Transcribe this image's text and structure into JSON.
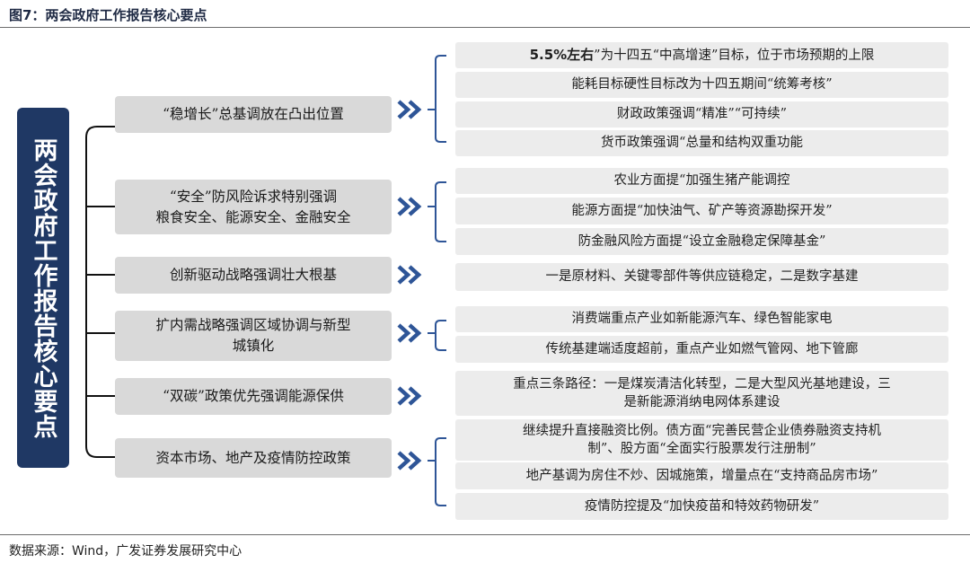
{
  "figure": {
    "title": "图7：两会政府工作报告核心要点",
    "source": "数据来源：Wind，广发证券发展研究中心"
  },
  "core": {
    "label": "两会政府工作报告核心要点"
  },
  "categories": [
    {
      "line1": "“稳增长”总基调放在凸出位置",
      "line2": ""
    },
    {
      "line1": "“安全”防风险诉求特别强调",
      "line2": "粮食安全、能源安全、金融安全"
    },
    {
      "line1": "创新驱动战略强调壮大根基",
      "line2": ""
    },
    {
      "line1": "扩内需战略强调区域协调与新型",
      "line2": "城镇化"
    },
    {
      "line1": "“双碳”政策优先强调能源保供",
      "line2": ""
    },
    {
      "line1": "资本市场、地产及疫情防控政策",
      "line2": ""
    }
  ],
  "details": [
    {
      "lead": "5.5%左右",
      "text": "”为十四五“中高增速”目标，位于市场预期的上限"
    },
    {
      "text": "能耗目标硬性目标改为十四五期间“统筹考核”"
    },
    {
      "text": "财政政策强调“精准”“可持续”"
    },
    {
      "text": "货币政策强调“总量和结构双重功能"
    },
    {
      "text": "农业方面提“加强生猪产能调控"
    },
    {
      "text": "能源方面提“加快油气、矿产等资源勘探开发”"
    },
    {
      "text": "防金融风险方面提“设立金融稳定保障基金”"
    },
    {
      "text": "一是原材料、关键零部件等供应链稳定，二是数字基建"
    },
    {
      "text": "消费端重点产业如新能源汽车、绿色智能家电"
    },
    {
      "text": "传统基建端适度超前，重点产业如燃气管网、地下管廊"
    },
    {
      "line1": "重点三条路径：一是煤炭清洁化转型，二是大型风光基地建设，三",
      "line2": "是新能源消纳电网体系建设"
    },
    {
      "line1": "继续提升直接融资比例。债方面“完善民营企业债券融资支持机",
      "line2": "制”、股方面“全面实行股票发行注册制”"
    },
    {
      "text": "地产基调为房住不炒、因城施策，增量点在“支持商品房市场”"
    },
    {
      "text": "疫情防控提及“加快疫苗和特效药物研发”"
    }
  ],
  "colors": {
    "navy": "#1f3864",
    "arrow": "#2e5597",
    "bracket": "#2e5597",
    "category_bg": "#d9d9d9",
    "detail_bg": "#ececec"
  }
}
